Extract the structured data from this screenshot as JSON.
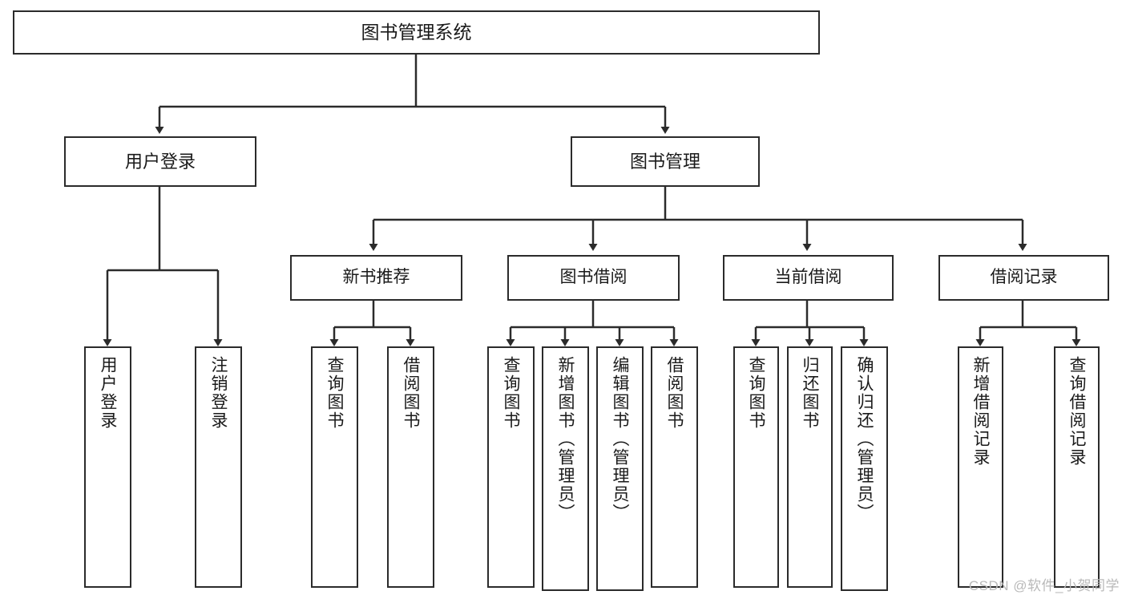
{
  "diagram": {
    "title": "图书管理系统",
    "type": "hierarchy-tree",
    "watermark": "CSDN @软件_小贺同学",
    "colors": {
      "stroke": "#2b2b2b",
      "fill": "#ffffff",
      "text": "#1a1a1a",
      "watermark": "#b9b9b9"
    },
    "nodes": {
      "root": {
        "label": "图书管理系统"
      },
      "level1": [
        {
          "label": "用户登录"
        },
        {
          "label": "图书管理"
        }
      ],
      "level2": [
        {
          "label": "新书推荐"
        },
        {
          "label": "图书借阅"
        },
        {
          "label": "当前借阅"
        },
        {
          "label": "借阅记录"
        }
      ],
      "leaves": {
        "user_login": [
          {
            "label": "用户登录"
          },
          {
            "label": "注销登录"
          }
        ],
        "new_book_recommend": [
          {
            "label": "查询图书"
          },
          {
            "label": "借阅图书"
          }
        ],
        "book_borrow": [
          {
            "label": "查询图书"
          },
          {
            "label": "新增图书（管理员）"
          },
          {
            "label": "编辑图书（管理员）"
          },
          {
            "label": "借阅图书"
          }
        ],
        "current_borrow": [
          {
            "label": "查询图书"
          },
          {
            "label": "归还图书"
          },
          {
            "label": "确认归还（管理员）"
          }
        ],
        "borrow_record": [
          {
            "label": "新增借阅记录"
          },
          {
            "label": "查询借阅记录"
          }
        ]
      }
    }
  }
}
